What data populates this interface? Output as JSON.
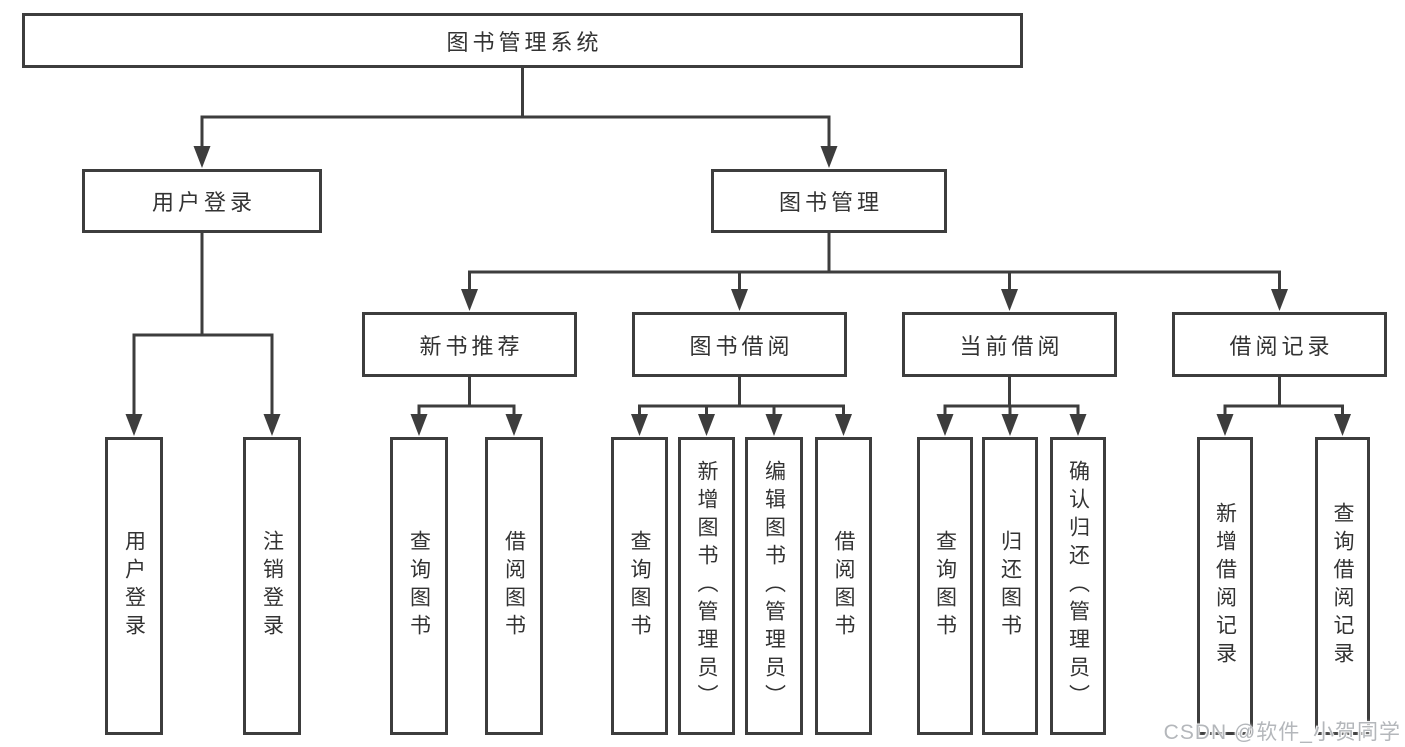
{
  "diagram": {
    "title": "图书管理系统",
    "watermark": "CSDN @软件_小贺同学",
    "colors": {
      "line": "#3d3d3d",
      "box_border": "#3d3d3d",
      "text": "#333333",
      "background": "#ffffff",
      "watermark": "#b4b7bb"
    },
    "nodes": [
      {
        "id": "system-root",
        "label": "图书管理系统",
        "level": 1,
        "children": [
          "user-login",
          "book-management"
        ]
      },
      {
        "id": "user-login",
        "label": "用户登录",
        "level": 2,
        "children": [
          "user-login-leaf",
          "logout-leaf"
        ]
      },
      {
        "id": "book-management",
        "label": "图书管理",
        "level": 2,
        "children": [
          "new-book-recommend",
          "book-borrowing",
          "current-borrowing",
          "borrowing-records"
        ]
      },
      {
        "id": "new-book-recommend",
        "label": "新书推荐",
        "level": 3,
        "children": [
          "recommend-query-books",
          "recommend-borrow-books"
        ]
      },
      {
        "id": "book-borrowing",
        "label": "图书借阅",
        "level": 3,
        "children": [
          "borrowing-query-books",
          "borrowing-add-books-admin",
          "borrowing-edit-books-admin",
          "borrowing-borrow-books"
        ]
      },
      {
        "id": "current-borrowing",
        "label": "当前借阅",
        "level": 3,
        "children": [
          "current-query-books",
          "current-return-books",
          "current-confirm-return-admin"
        ]
      },
      {
        "id": "borrowing-records",
        "label": "借阅记录",
        "level": 3,
        "children": [
          "records-add-record",
          "records-query-record"
        ]
      },
      {
        "id": "user-login-leaf",
        "label": "用户登录",
        "level": 4,
        "children": []
      },
      {
        "id": "logout-leaf",
        "label": "注销登录",
        "level": 4,
        "children": []
      },
      {
        "id": "recommend-query-books",
        "label": "查询图书",
        "level": 4,
        "children": []
      },
      {
        "id": "recommend-borrow-books",
        "label": "借阅图书",
        "level": 4,
        "children": []
      },
      {
        "id": "borrowing-query-books",
        "label": "查询图书",
        "level": 4,
        "children": []
      },
      {
        "id": "borrowing-add-books-admin",
        "label": "新增图书（管理员）",
        "level": 4,
        "children": []
      },
      {
        "id": "borrowing-edit-books-admin",
        "label": "编辑图书（管理员）",
        "level": 4,
        "children": []
      },
      {
        "id": "borrowing-borrow-books",
        "label": "借阅图书",
        "level": 4,
        "children": []
      },
      {
        "id": "current-query-books",
        "label": "查询图书",
        "level": 4,
        "children": []
      },
      {
        "id": "current-return-books",
        "label": "归还图书",
        "level": 4,
        "children": []
      },
      {
        "id": "current-confirm-return-admin",
        "label": "确认归还（管理员）",
        "level": 4,
        "children": []
      },
      {
        "id": "records-add-record",
        "label": "新增借阅记录",
        "level": 4,
        "children": []
      },
      {
        "id": "records-query-record",
        "label": "查询借阅记录",
        "level": 4,
        "children": []
      }
    ]
  }
}
